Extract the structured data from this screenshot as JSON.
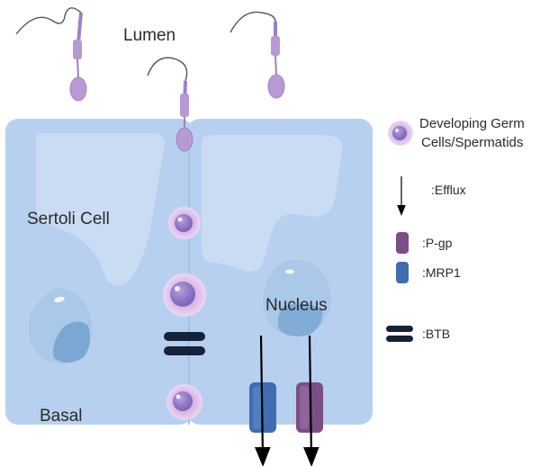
{
  "labels": {
    "lumen": "Lumen",
    "sertoli_cell": "Sertoli Cell",
    "nucleus": "Nucleus",
    "basal": "Basal"
  },
  "legend": {
    "germ_cells_line1": "Developing Germ",
    "germ_cells_line2": "Cells/Spermatids",
    "efflux": ":Efflux",
    "pgp": ":P-gp",
    "mrp1": ":MRP1",
    "btb": ":BTB"
  },
  "colors": {
    "cell_fill": "#b8d0f0",
    "cell_inner": "#cfe0f6",
    "sperm": "#b79ad4",
    "germ_outer": "#e6c9ee",
    "germ_inner": "#8d74c2",
    "pgp": "#7b4f86",
    "mrp1": "#3f6db0",
    "btb": "#14223a",
    "nucleus": "#9ec3e0",
    "arrow": "#000000"
  },
  "icons": [
    "sperm-icon",
    "germ-cell-icon",
    "efflux-arrow-icon",
    "pgp-transporter-icon",
    "mrp1-transporter-icon",
    "btb-junction-icon"
  ]
}
